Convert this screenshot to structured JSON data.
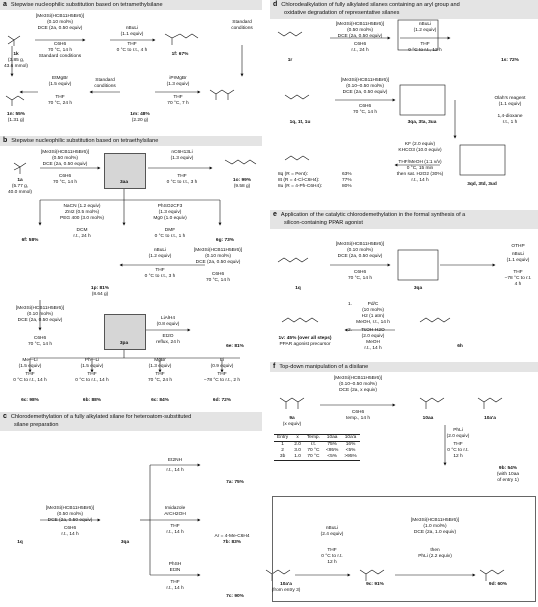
{
  "panel_a": {
    "letter": "a",
    "title": "Stepwise nucleophilic substitution based on tetramethylsilane",
    "cat": "[Me3Si(HCB11H5Br6)]",
    "cat_load": "(0.10 mol%)",
    "dce": "DCE (2a, 0.50 equiv)",
    "cond1": "C6H6",
    "cond2": "70 °C, 14 h",
    "std": "Standard conditions",
    "std2": "Standard",
    "std3": "conditions",
    "nbuli": "nBuLi",
    "nbuli_eq": "(1.1 equiv)",
    "thf": "THF",
    "thf_cond": "0 °C to r.t., 4 h",
    "cmpd_1k": "1k",
    "amt_1k": "(3.85 g,",
    "amt_1k2": "43.6 mmol)",
    "cmpd_1f": "1f: 67%",
    "etmgbr": "EtMgBr",
    "etmgbr_eq": "(1.5 equiv)",
    "etmgbr_thf": "THF",
    "etmgbr_cond": "70 °C, 24 h",
    "iprmgbr": "iPrMgBr",
    "iprmgbr_eq": "(1.3 equiv)",
    "iprmgbr_thf": "THF",
    "iprmgbr_cond": "70 °C, 7 h",
    "cmpd_1n": "1n: 55%",
    "amt_1n": "(1.31 g)",
    "cmpd_1m": "1m: 48%",
    "amt_1m": "(2.20 g)",
    "std_left": "Standard",
    "std_left2": "conditions"
  },
  "panel_b": {
    "letter": "b",
    "title": "Stepwise nucleophilic substitution based on tetraethylsilane",
    "cat": "[Me3Si(HCB11H5Br6)]",
    "cat_load": "(0.50 mol%)",
    "dce": "DCE (2a, 0.50 equiv)",
    "cond1": "C6H6",
    "cond2": "70 °C, 14 h",
    "cmpd_1a": "1a",
    "amt_1a": "(5.77 g,",
    "amt_1a2": "40.0 mmol)",
    "box_label": "3aa",
    "c6h13li": "nC6H13Li",
    "c6h13li_eq": "(1.3 equiv)",
    "c6h13li_thf": "THF",
    "c6h13li_cond": "0 °C to r.t., 3 h",
    "cmpd_1o": "1o: 99%",
    "amt_1o": "(9.58 g)",
    "nacn": "NaCN (1.2 equiv)",
    "zni2": "ZnI2 (0.5 mol%)",
    "peg": "PEG 400 (3.0 mol%)",
    "dcm": "DCM",
    "dcm_cond": "r.t., 24 h",
    "cmpd_6f": "6f: 58%",
    "phso": "PhSO2CF3",
    "phso_eq": "(1.3 equiv)",
    "mg": "Mg0 (1.0 equiv)",
    "dmf": "DMF",
    "dmf_cond": "0 °C to r.t., 1 h",
    "cmpd_6g": "6g: 73%",
    "nbuli": "nBuLi",
    "nbuli_eq": "(1.2 equiv)",
    "nbuli_thf": "THF",
    "nbuli_cond": "0 °C to r.t., 3 h",
    "cat2": "[Me3Si(HCB11H5Br6)]",
    "cat2_load": "(0.10 mol%)",
    "dce2": "DCE (2a, 0.50 equiv)",
    "cond3": "C6H6",
    "cond4": "70 °C, 14 h",
    "cmpd_1p": "1p: 81%",
    "amt_1p": "(8.64 g)",
    "cat3": "[Me3Si(HCB11H5Br6)]",
    "cat3_load": "(0.10 mol%)",
    "dce3": "DCE (2a, 0.50 equiv)",
    "cond5": "C6H6",
    "cond6": "70 °C, 14 h",
    "box2_label": "3pa",
    "lialh4": "LiAlH4",
    "lialh4_eq": "(0.8 equiv)",
    "et2o": "Et2O",
    "et2o_cond": "reflux, 24 h",
    "cmpd_6e": "6e: 81%",
    "meli": "Me—Li",
    "meli_eq": "(1.5 equiv)",
    "meli_thf": "THF",
    "meli_cond": "0 °C to r.t., 14 h",
    "cmpd_6c": "6c: 98%",
    "phli": "Ph—Li",
    "phli_eq": "(1.5 equiv)",
    "phli_thf": "THF",
    "phli_cond": "0 °C to r.t., 14 h",
    "cmpd_6b": "6b: 88%",
    "vinyl": "MgBr",
    "vinyl_eq": "(1.3 equiv)",
    "vinyl_thf": "THF",
    "vinyl_cond": "70 °C, 24 h",
    "cmpd_6x": "6c: 84%",
    "alkyne": "Li",
    "alkyne_eq": "(0.9 equiv)",
    "alkyne_thf": "THF",
    "alkyne_cond": "−78 °C to r.t., 2 h",
    "cmpd_6d": "6d: 72%"
  },
  "panel_c": {
    "letter": "c",
    "title": "Chlorodemethylation of a fully alkylated silane for heteroatom-substituted",
    "title2": "silane preparation",
    "cat": "[Me3Si(HCB11H5Br6)]",
    "cat_load": "(0.50 mol%)",
    "dce": "DCE (2a, 0.50 equiv)",
    "cond1": "C6H6",
    "cond2": "r.t., 14 h",
    "cmpd_1q": "1q",
    "cmpd_3qa": "3qa",
    "et2nh": "Et2NH",
    "et2nh_cond": "r.t., 14 h",
    "cmpd_7a": "7a: 75%",
    "imid": "Imidazole",
    "imid2": "ArCH2OH",
    "imid_thf": "THF",
    "imid_cond": "r.t., 14 h",
    "ar_def": "Ar = 4-Me-C6H4",
    "cmpd_7b": "7b: 83%",
    "phsh": "PhSH",
    "phsh2": "Et3N",
    "phsh_thf": "THF",
    "phsh_cond": "r.t., 14 h",
    "cmpd_7c": "7c: 90%"
  },
  "panel_d": {
    "letter": "d",
    "title": "Chlorodealkylation of fully alkylated silanes containing an aryl group and",
    "title2": "oxidative degradation of representative silanes",
    "cat": "[Me3Si(HCB11H5Br6)]",
    "cat_load": "(0.50 mol%)",
    "dce": "DCE (2a, 0.50 equiv)",
    "cond1": "C6H6",
    "cond2": "r.t., 24 h",
    "nbuli": "nBuLi",
    "nbuli_eq": "(1.2 equiv)",
    "nbuli_thf": "THF",
    "nbuli_cond": "0 °C to r.t., 12 h",
    "cmpd_1r": "1r",
    "cmpd_1s": "1s: 72%",
    "cat2": "[Me3Si(HCB11H5Br6)]",
    "cat2_load": "(0.10–0.50 mol%)",
    "dce2": "DCE (2a, 0.50 equiv)",
    "cond3": "C6H6",
    "cond4": "70 °C, 14 h",
    "cmpd_1q": "1q, 1t, 1u",
    "cmpd_3q": "3qa, 3ta, 3ua",
    "olah": "Olah's reagent",
    "olah_eq": "(1.1 equiv)",
    "dioxane": "1,4-dioxane",
    "dioxane_cond": "r.t., 1 h",
    "kf": "KF (2.0 equiv)",
    "khco3": "KHCO3 (10.0 equiv)",
    "h2o2_1": "THF/MeOH (1:1 v/v)",
    "h2o2_2": "0 °C, 15 min",
    "h2o2_3": "then sat. H2O2 (30%)",
    "h2o2_4": "r.t., 14 h",
    "r1": "8q (R = Pent):",
    "r1v": "63%",
    "r2": "8t (R = 4-Cl-C6H4):",
    "r2v": "77%",
    "r3": "8u (R = 4-Ph-C6H4):",
    "r3v": "80%",
    "cmpd_3qd": "3qd, 3td, 3ud"
  },
  "panel_e": {
    "letter": "e",
    "title": "Application of the catalytic chlorodemethylation in the formal synthesis of a",
    "title2": "silicon-containing PPAR agonist",
    "cat": "[Me3Si(HCB11H5Br6)]",
    "cat_load": "(0.10 mol%)",
    "dce": "DCE (2a, 0.50 equiv)",
    "cond1": "C6H6",
    "cond2": "70 °C, 14 h",
    "cmpd_1q": "1q",
    "cmpd_3qa": "3qa",
    "nbuli": "nBuLi",
    "nbuli_eq": "(1.1 equiv)",
    "nbuli_thf": "THF",
    "nbuli_cond": "−78 °C to r.t.",
    "nbuli_cond2": "4 h",
    "otbp": "OTHP",
    "s1": "1.",
    "s1a": "Pd/C",
    "s1b": "(10 mol%)",
    "s1c": "H2 (1 atm)",
    "s1d": "MeOH, r.t., 14 h",
    "s2": "2.",
    "s2a": "TsOH·H2O",
    "s2b": "(2.0 equiv)",
    "s2c": "MeOH",
    "s2d": "r.t., 14 h",
    "cmpd_1v": "1v: 45% (over all steps)",
    "ppar": "PPAR agonist precursor",
    "cmpd_6h": "6h"
  },
  "panel_f": {
    "letter": "f",
    "title": "Top-down manipulation of a disilane",
    "cat": "[Me3Si(HCB11H5Br6)]",
    "cat_load": "(0.10–0.50 mol%)",
    "dce": "DCE (2a, x equiv)",
    "cond1": "C6H6",
    "cond2": "temp., 14 h",
    "cmpd_9a": "9a",
    "cmpd_9a2": "(x equiv)",
    "cmpd_10aa": "10aa",
    "cmpd_10aa2": "10a'a",
    "table": {
      "headers": [
        "Entry",
        "x",
        "Temp.",
        "10aa",
        "10a'a"
      ],
      "rows": [
        [
          "1",
          "2.0",
          "r.t.",
          "75%",
          "16%"
        ],
        [
          "2",
          "3.0",
          "70 °C",
          "<95%",
          "<5%"
        ],
        [
          "3b",
          "1.0",
          "70 °C",
          "<5%",
          ">95%"
        ]
      ]
    },
    "phli": "PhLi",
    "phli_eq": "(2.0 equiv)",
    "phli_thf": "THF",
    "phli_cond": "0 °C to r.t.",
    "phli_cond2": "12 h",
    "cmpd_9b": "9b: 54%",
    "cmpd_9b2": "(with 10aa",
    "cmpd_9b3": "of entry 1)",
    "nbuli": "nBuLi",
    "nbuli_eq": "(2.4 equiv)",
    "nbuli_thf": "THF",
    "nbuli_cond": "0 °C to r.t.",
    "nbuli_cond2": "12 h",
    "cat2": "[Me3Si(HCB11H5Br6)]",
    "cat2_load": "(1.0 mol%)",
    "dce2": "DCE (2a, 1.0 equiv)",
    "then": "then",
    "phli2": "PhLi (2.2 equiv)",
    "cmpd_10ab": "10a'a",
    "cmpd_10ab2": "(from entry 3)",
    "cmpd_9c": "9c: 91%",
    "cmpd_9d": "9d: 60%"
  }
}
